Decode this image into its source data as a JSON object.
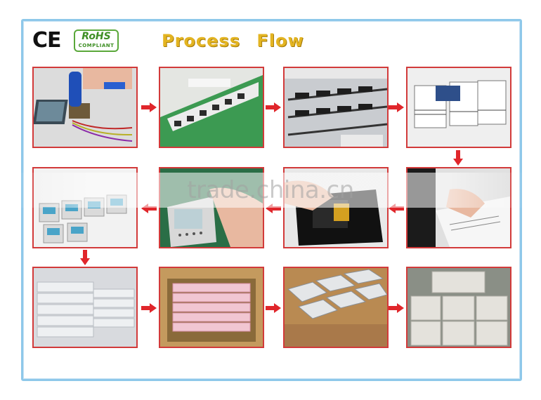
{
  "header": {
    "ce_mark": "CE",
    "rohs_badge": {
      "text": "RoHS",
      "subtext": "COMPLIANT"
    },
    "title": "Process Flow"
  },
  "steps": [
    {
      "icon": "soldering-lcd-photo"
    },
    {
      "icon": "assembly-line-photo"
    },
    {
      "icon": "testing-rack-photo"
    },
    {
      "icon": "stacked-boards-photo"
    },
    {
      "icon": "hand-inspection-photo"
    },
    {
      "icon": "lcd-screen-test-photo"
    },
    {
      "icon": "housing-assembly-photo"
    },
    {
      "icon": "finished-devices-photo"
    },
    {
      "icon": "bubble-wrapped-stacks-photo"
    },
    {
      "icon": "boxed-units-photo"
    },
    {
      "icon": "carton-dividers-photo"
    },
    {
      "icon": "sealed-cartons-photo"
    }
  ],
  "watermark": "trade.china.cn",
  "colors": {
    "frame": "#8ec8ea",
    "photo_border": "#d23a3a",
    "arrow": "#e0262b",
    "title": "#e3b421",
    "rohs": "#3f8f25"
  }
}
